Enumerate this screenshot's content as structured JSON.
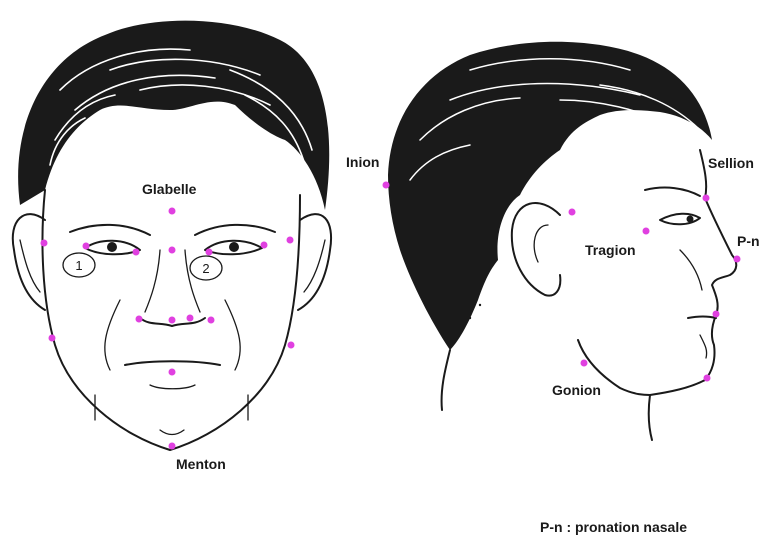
{
  "labels": {
    "glabelle": "Glabelle",
    "menton": "Menton",
    "inion": "Inion",
    "sellion": "Sellion",
    "tragion": "Tragion",
    "pn": "P-n",
    "gonion": "Gonion"
  },
  "markers": {
    "one": "1",
    "two": "2"
  },
  "legend": "P-n : pronation nasale",
  "colors": {
    "landmark": "#e040e0",
    "ink": "#1a1a1a"
  }
}
